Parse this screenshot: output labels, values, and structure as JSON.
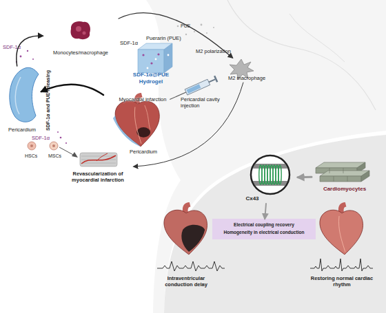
{
  "diagram": {
    "nodes": [
      {
        "text": [
          "Monocytes/macrophage"
        ]
      },
      {
        "text": [
          "SDF-1α",
          "Puerarin (PUE)",
          "SDF-1α@PUE Hydrogel"
        ]
      },
      {
        "text": [
          "M2 macrophage"
        ]
      },
      {
        "text": [
          "Pericardium"
        ]
      },
      {
        "text": [
          "Myocardial infarction"
        ]
      },
      {
        "text": [
          "Revascularization of myocardial infarction"
        ]
      },
      {
        "text": [
          "Cardiomyocytes"
        ]
      },
      {
        "text": [
          "Cx43"
        ]
      },
      {
        "text": [
          "Electrical coupling recovery",
          "Homogeneity in electrical conduction"
        ]
      },
      {
        "text": [
          "Intraventricular conduction delay"
        ]
      },
      {
        "text": [
          "Restoring normal cardiac rhythm"
        ]
      }
    ],
    "edges": [
      {
        "from": 0,
        "to": 2,
        "label": "M2 polarization",
        "arrow": "to"
      },
      {
        "from": 3,
        "to": 0,
        "arrow": "to"
      },
      {
        "from": 4,
        "to": 3,
        "arrow": "to"
      },
      {
        "from": 2,
        "to": 5,
        "arrow": "to"
      },
      {
        "from": 6,
        "to": 7,
        "arrow": "to"
      },
      {
        "from": 7,
        "to": 8,
        "arrow": "to"
      }
    ],
    "labels": [
      "PUE",
      "SDF-1α",
      "SDF-1α and PUE releasing",
      "Pericardial cavity injection",
      "Pericardium",
      "SDF-1α",
      "HSCs",
      "MSCs"
    ]
  }
}
